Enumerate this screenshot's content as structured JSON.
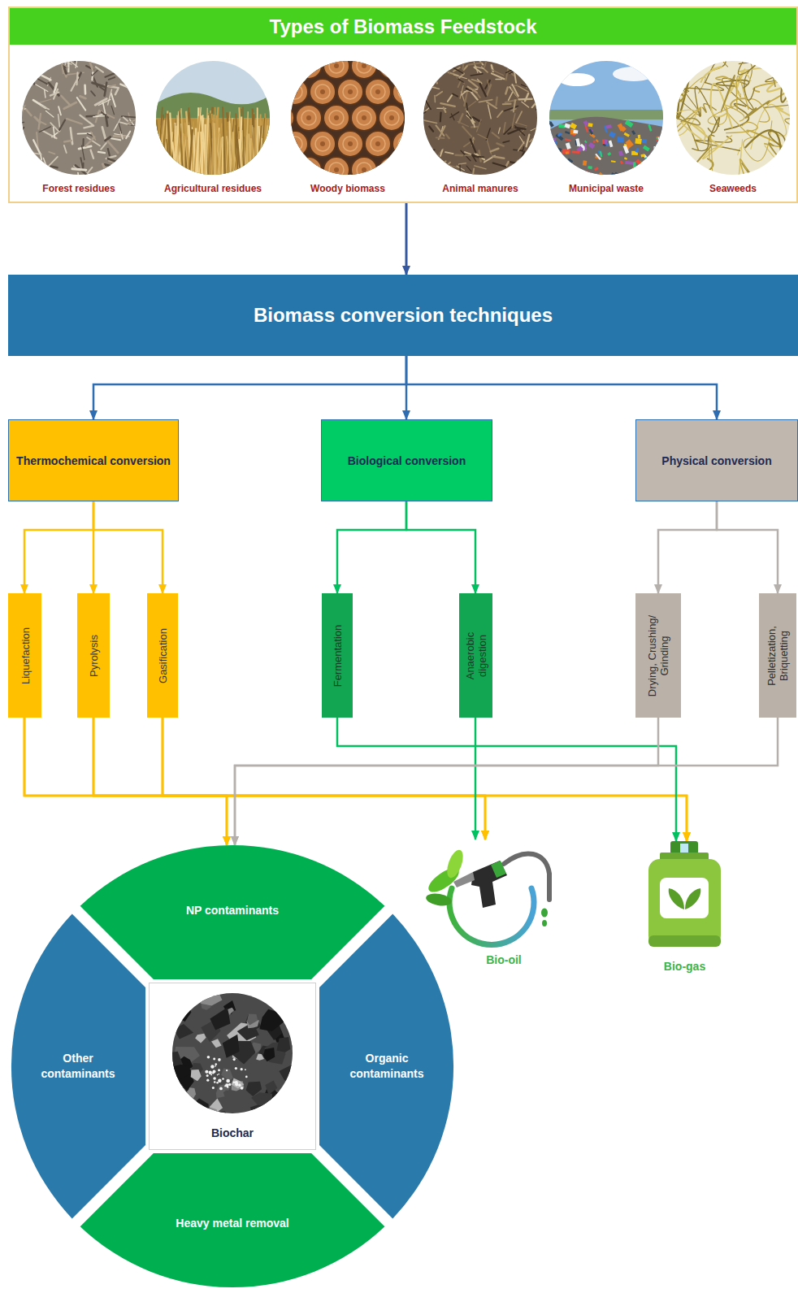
{
  "diagram": {
    "nodes": [
      {
        "text": [
          "Types of Biomass Feedstock"
        ]
      },
      {
        "text": [
          "Forest residues"
        ],
        "in": 0
      },
      {
        "text": [
          "Agricultural residues"
        ],
        "in": 0
      },
      {
        "text": [
          "Woody biomass"
        ],
        "in": 0
      },
      {
        "text": [
          "Animal manures"
        ],
        "in": 0
      },
      {
        "text": [
          "Municipal waste"
        ],
        "in": 0
      },
      {
        "text": [
          "Seaweeds"
        ],
        "in": 0
      },
      {
        "text": [
          "Biomass conversion techniques"
        ]
      },
      {
        "text": [
          "Thermochemical conversion"
        ]
      },
      {
        "text": [
          "Biological conversion"
        ]
      },
      {
        "text": [
          "Physical conversion"
        ]
      },
      {
        "text": [
          "Liquefaction"
        ]
      },
      {
        "text": [
          "Pyrolysis"
        ]
      },
      {
        "text": [
          "Gasification"
        ]
      },
      {
        "text": [
          "Fermentation"
        ]
      },
      {
        "text": [
          "Anaerobic digestion"
        ]
      },
      {
        "text": [
          "Drying, Crushing/ Grinding"
        ]
      },
      {
        "text": [
          "Pelletization, Briquetting"
        ]
      },
      {
        "text": [
          "NP contaminants"
        ]
      },
      {
        "text": [
          "Bio-oil"
        ]
      },
      {
        "text": [
          "Bio-gas"
        ]
      },
      {
        "text": [
          "Other contaminants"
        ]
      },
      {
        "text": [
          "Biochar"
        ]
      },
      {
        "text": [
          "Organic contaminants"
        ]
      },
      {
        "text": [
          "Heavy metal removal"
        ]
      }
    ],
    "edges": [
      {
        "from": 0,
        "to": 7,
        "arrow": "to"
      },
      {
        "from": 7,
        "to": 8,
        "arrow": "to"
      },
      {
        "from": 7,
        "to": 9,
        "arrow": "to"
      },
      {
        "from": 7,
        "to": 10,
        "arrow": "to"
      },
      {
        "from": 8,
        "to": 11,
        "arrow": "to"
      },
      {
        "from": 8,
        "to": 12,
        "arrow": "to"
      },
      {
        "from": 8,
        "to": 13,
        "arrow": "to"
      },
      {
        "from": 9,
        "to": 14,
        "arrow": "to"
      },
      {
        "from": 9,
        "to": 15,
        "arrow": "to"
      },
      {
        "from": 10,
        "to": 16,
        "arrow": "to"
      },
      {
        "from": 10,
        "to": 17,
        "arrow": "to"
      },
      {
        "from": 11,
        "to": 18,
        "arrow": "to"
      },
      {
        "from": 11,
        "to": 19,
        "arrow": "to"
      },
      {
        "from": 11,
        "to": 20,
        "arrow": "to"
      },
      {
        "from": 12,
        "to": 18,
        "arrow": "to"
      },
      {
        "from": 12,
        "to": 19,
        "arrow": "to"
      },
      {
        "from": 12,
        "to": 20,
        "arrow": "to"
      },
      {
        "from": 13,
        "to": 18,
        "arrow": "to"
      },
      {
        "from": 13,
        "to": 19,
        "arrow": "to"
      },
      {
        "from": 13,
        "to": 20,
        "arrow": "to"
      },
      {
        "from": 14,
        "to": 20,
        "arrow": "to"
      },
      {
        "from": 15,
        "to": 19,
        "arrow": "to"
      },
      {
        "from": 16,
        "to": 18,
        "arrow": "to"
      },
      {
        "from": 17,
        "to": 18,
        "arrow": "to"
      }
    ]
  }
}
